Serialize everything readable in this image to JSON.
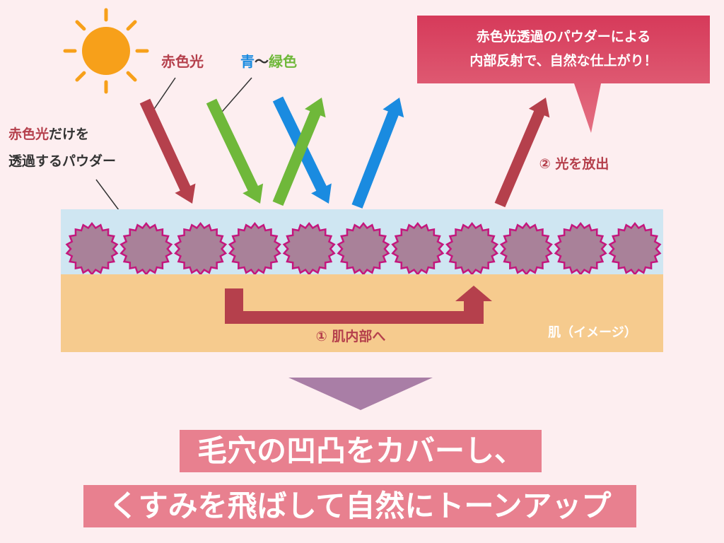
{
  "labels": {
    "red_light": "赤色光",
    "blue": "青",
    "tilde": "〜",
    "green": "緑色",
    "powder_line1_highlight": "赤色光",
    "powder_line1_rest": "だけを",
    "powder_line2": "透過するパウダー",
    "callout_line1": "赤色光透過のパウダーによる",
    "callout_line2": "内部反射で、自然な仕上がり！",
    "emit": "② 光を放出",
    "inside": "① 肌内部へ",
    "skin": "肌（イメージ）"
  },
  "banner": {
    "line1": "毛穴の凹凸をカバーし、",
    "line2": "くすみを飛ばして自然にトーンアップ"
  },
  "colors": {
    "background": "#fdeef0",
    "red_arrow": "#b5404c",
    "green_arrow": "#6fb83a",
    "blue_arrow": "#1a8be0",
    "powder_layer": "#cfe6f2",
    "powder_particle": "#a98199",
    "particle_outline": "#c4167d",
    "skin": "#f6cb8e",
    "down_arrow": "#a97ea6",
    "banner": "#e8808f",
    "callout": "#d8556a",
    "sun": "#f7a01a"
  },
  "icons": [
    "sun-icon"
  ],
  "powder_particle_count": 11
}
